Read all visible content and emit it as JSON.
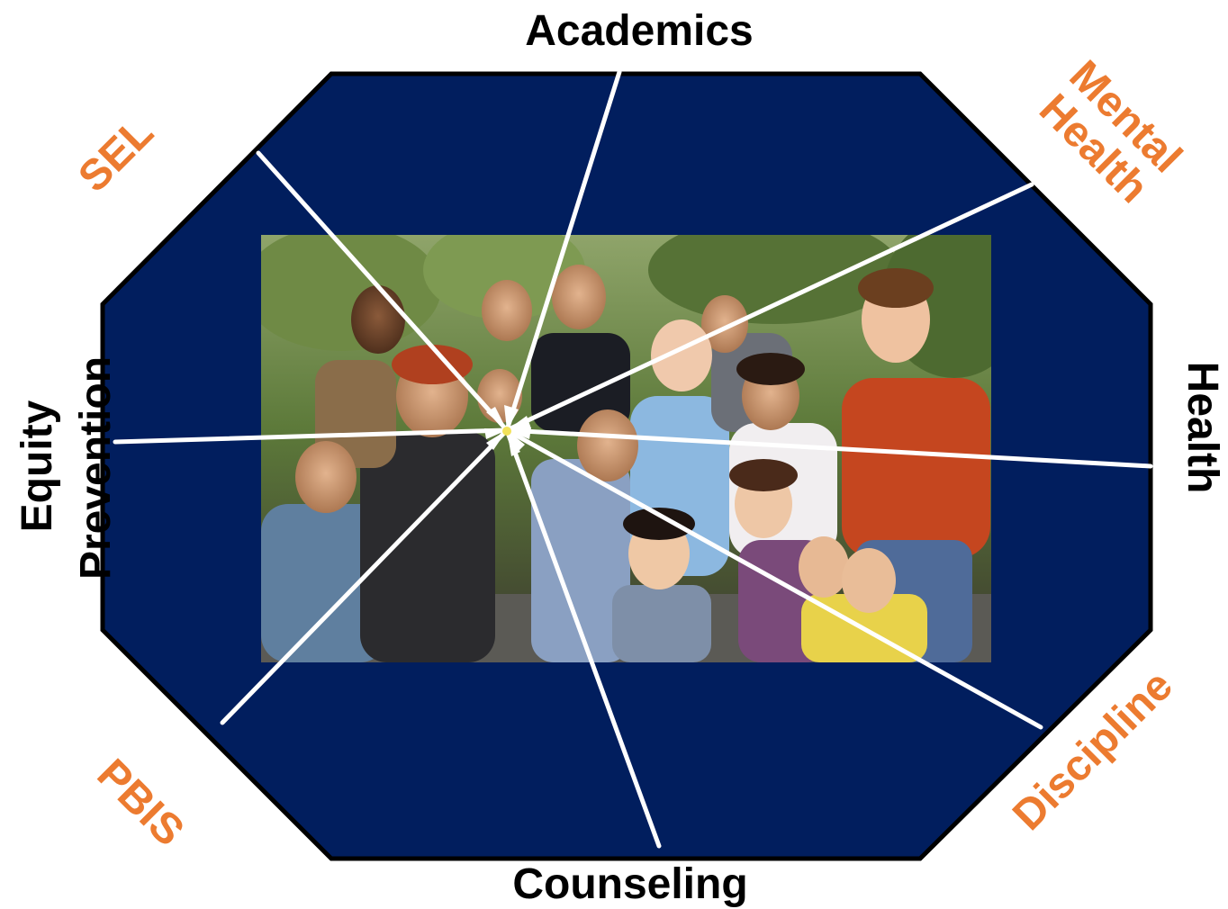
{
  "labels": {
    "academics": "Academics",
    "mental_health_line1": "Mental",
    "mental_health_line2": "Health",
    "health": "Health",
    "discipline": "Discipline",
    "counseling": "Counseling",
    "pbis": "PBIS",
    "equity": "Equity",
    "prevention": "Prevention",
    "sel": "SEL"
  },
  "photo": {
    "subject": "group photo of smiling students and staff outdoors"
  },
  "colors": {
    "octagon_fill": "#011e5e",
    "octagon_stroke": "#000000",
    "spoke": "#ffffff",
    "label_dark": "#000000",
    "label_accent": "#ec7b30"
  }
}
